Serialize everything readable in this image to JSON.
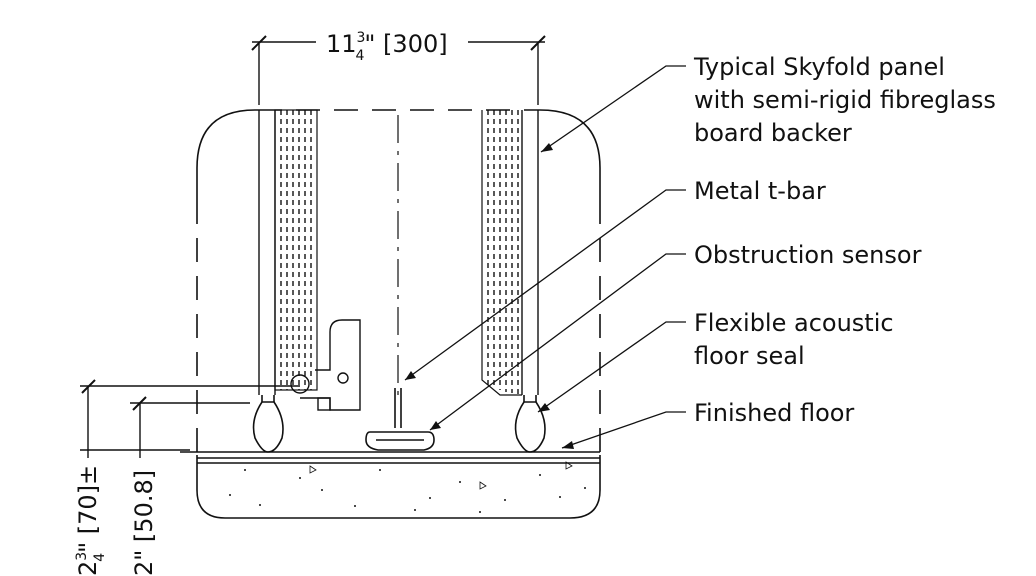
{
  "dimensions": {
    "width": {
      "whole": "11",
      "numerator": "3",
      "denominator": "4",
      "suffix": "\" [300]"
    },
    "height_total": {
      "whole": "2",
      "numerator": "3",
      "denominator": "4",
      "suffix": "\" [70]±"
    },
    "height_sensor": {
      "text": "2\" [50.8]"
    }
  },
  "callouts": [
    {
      "lines": [
        "Typical Skyfold panel",
        "with semi-rigid fibreglass",
        "board backer"
      ]
    },
    {
      "lines": [
        "Metal t-bar"
      ]
    },
    {
      "lines": [
        "Obstruction sensor"
      ]
    },
    {
      "lines": [
        "Flexible acoustic",
        "floor seal"
      ]
    },
    {
      "lines": [
        "Finished floor"
      ]
    }
  ]
}
